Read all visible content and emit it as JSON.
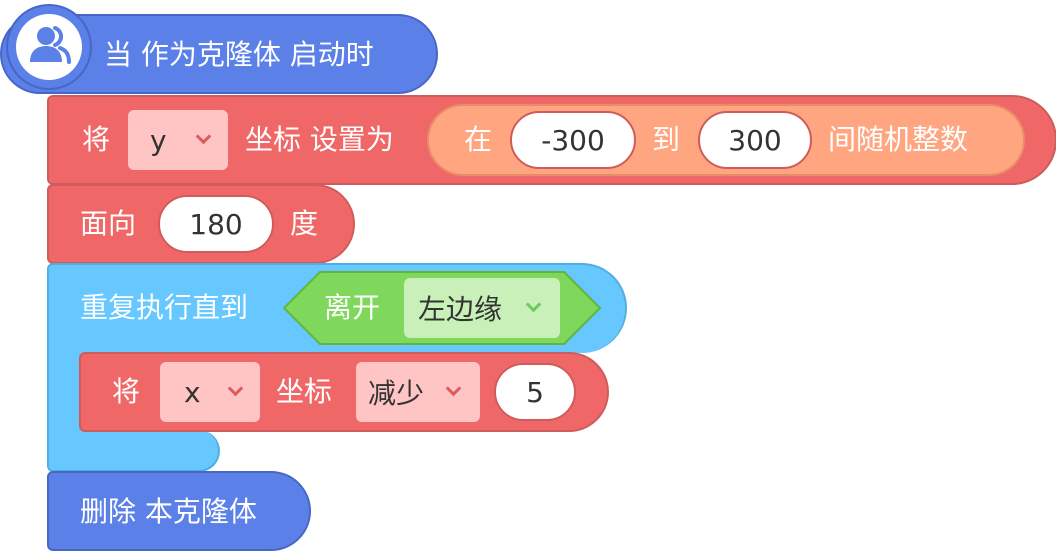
{
  "hat": {
    "label": "当 作为克隆体 启动时",
    "icon": "users-icon"
  },
  "set_y": {
    "verb": "将",
    "axis": "y",
    "mid": "坐标 设置为",
    "random": {
      "prefix": "在",
      "min": "-300",
      "to": "到",
      "max": "300",
      "suffix": "间随机整数"
    }
  },
  "point": {
    "prefix": "面向",
    "value": "180",
    "suffix": "度"
  },
  "repeat": {
    "label": "重复执行直到",
    "condition": {
      "label": "离开",
      "target": "左边缘"
    }
  },
  "change_x": {
    "verb": "将",
    "axis": "x",
    "mid": "坐标",
    "op": "减少",
    "value": "5"
  },
  "delete": {
    "label": "删除 本克隆体"
  },
  "colors": {
    "control": "#5b80e8",
    "motion": "#f06767",
    "operator": "#ffa680",
    "loop": "#66c8ff",
    "sensing": "#7fd85c"
  }
}
